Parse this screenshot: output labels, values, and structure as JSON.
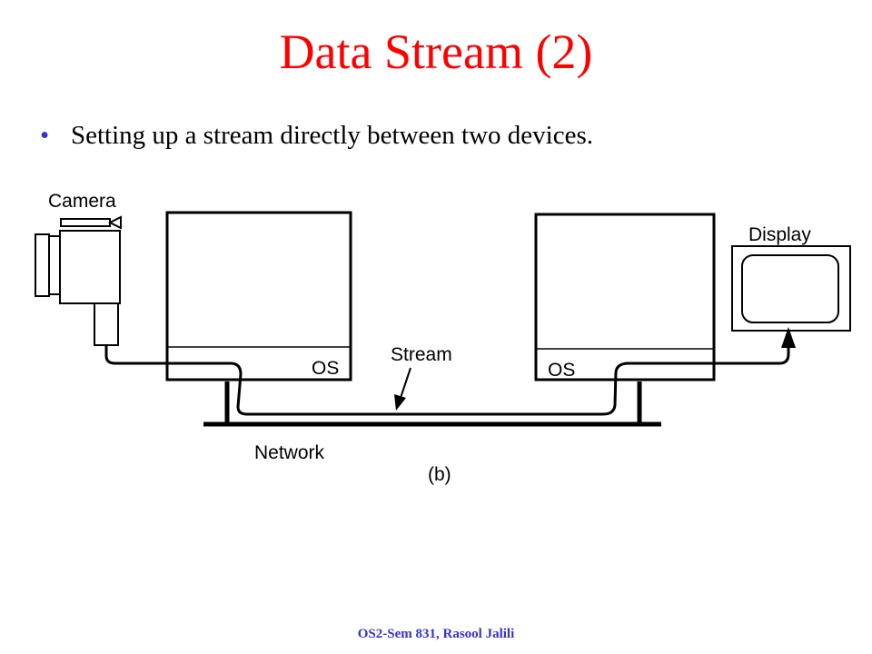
{
  "slide": {
    "title": "Data Stream (2)",
    "bullet": "Setting up a stream directly between two devices.",
    "footer": "OS2-Sem 831, Rasool Jalili"
  },
  "diagram": {
    "labels": {
      "camera": "Camera",
      "display": "Display",
      "os_left": "OS",
      "os_right": "OS",
      "stream": "Stream",
      "network": "Network",
      "caption": "(b)"
    }
  }
}
